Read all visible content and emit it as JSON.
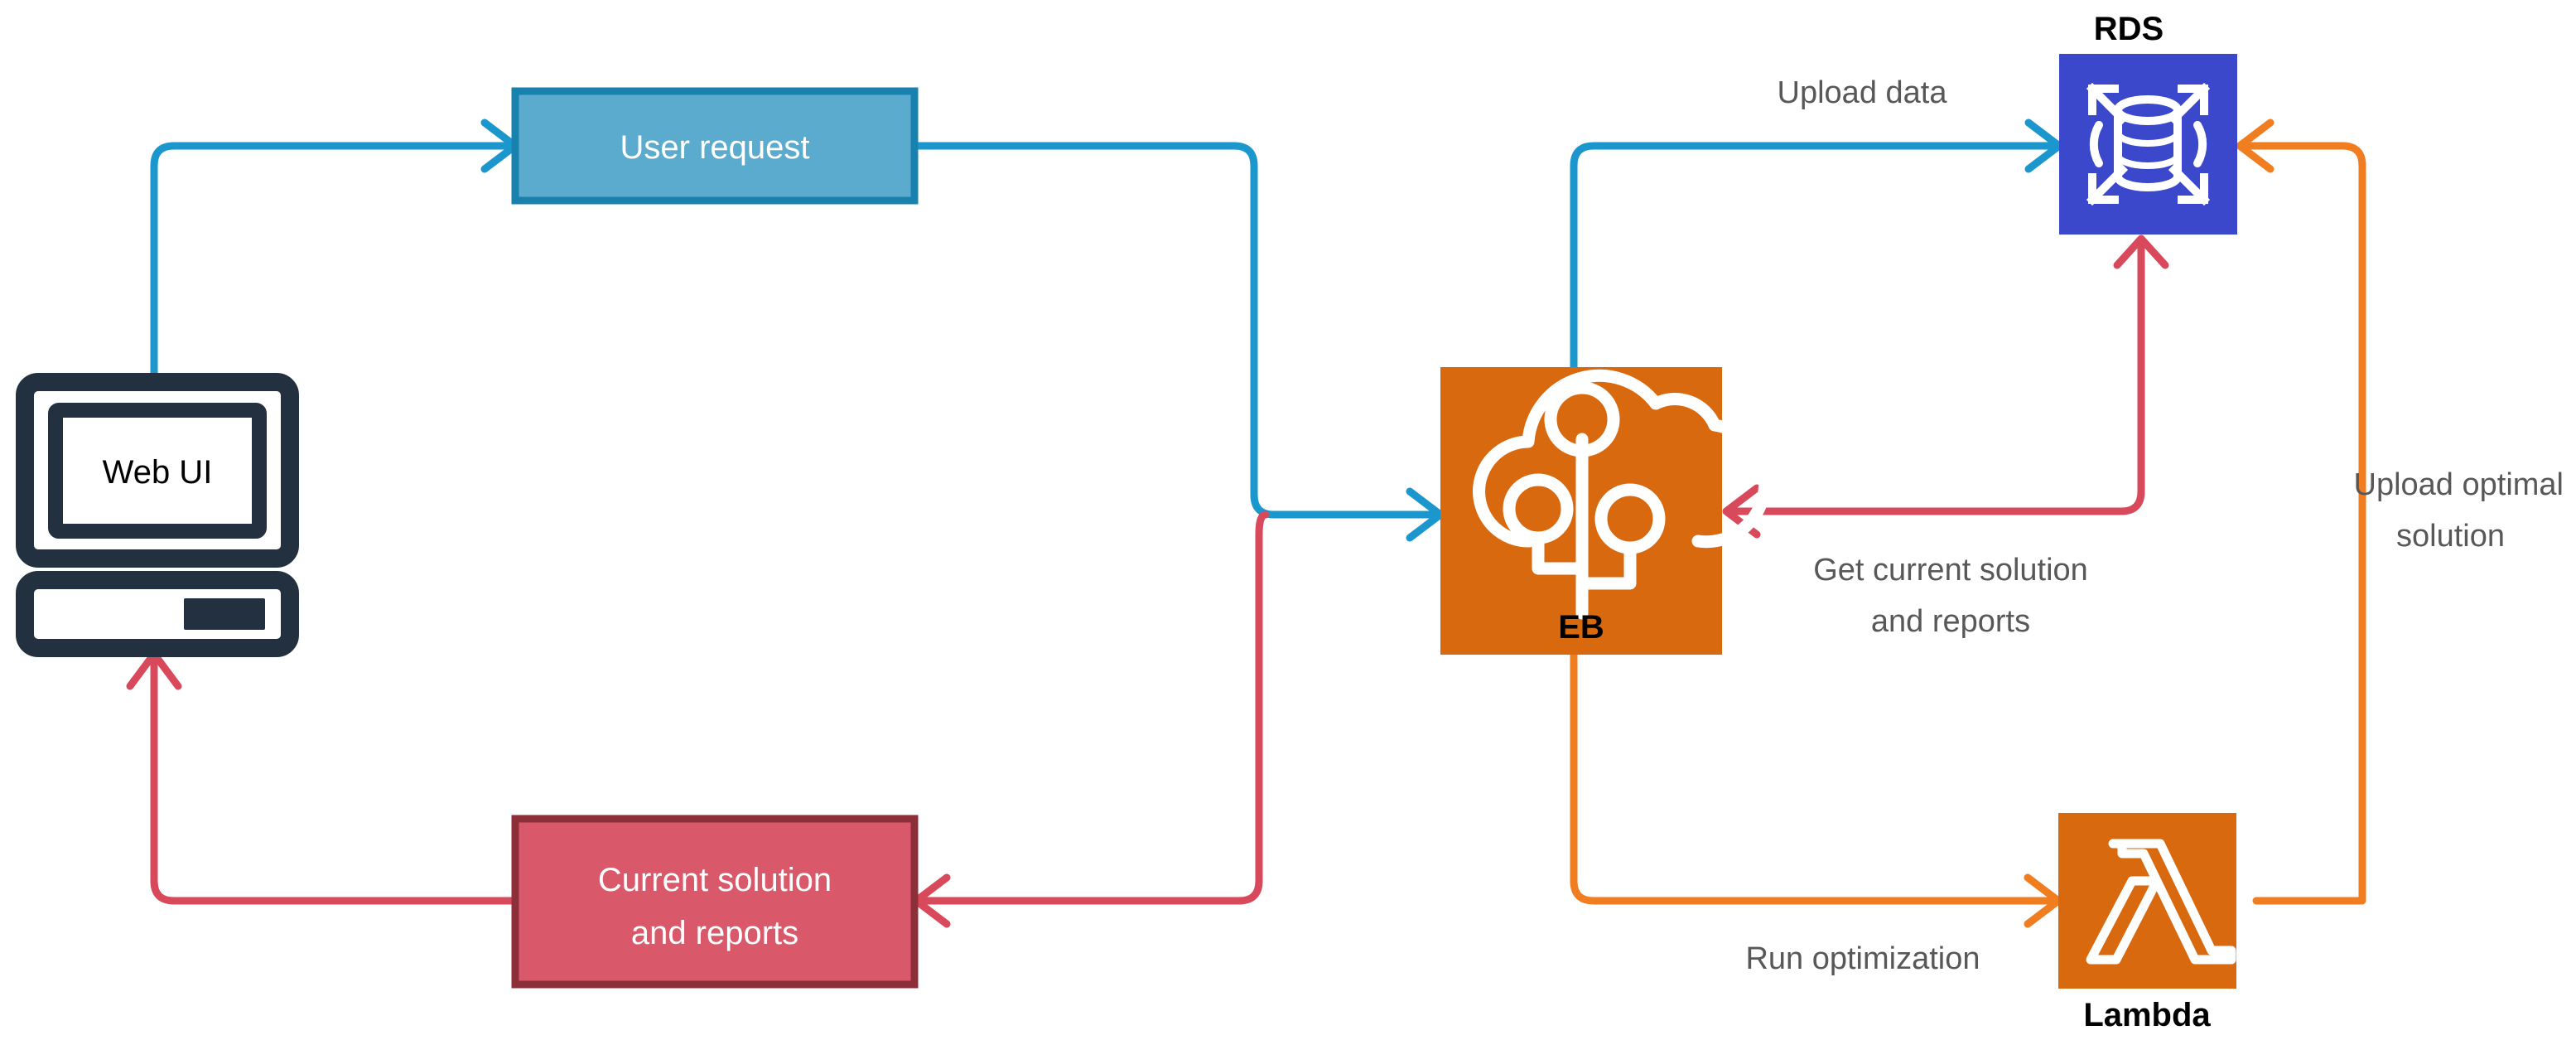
{
  "diagram": {
    "title": "Web UI / AWS optimization service architecture",
    "background": "#ffffff",
    "nodes": {
      "web_ui": {
        "label": "Web UI",
        "type": "desktop-computer-icon",
        "icon_color": "#23303F",
        "text_color": "#000000"
      },
      "user_request": {
        "label": "User request",
        "fill": "#5BABCE",
        "stroke": "#1981AD",
        "text_color": "#ffffff"
      },
      "current_solution": {
        "label_line1": "Current solution",
        "label_line2": "and reports",
        "fill": "#D9596A",
        "stroke": "#8C2F38",
        "text_color": "#ffffff"
      },
      "rds": {
        "label": "RDS",
        "fill": "#3B48CC",
        "icon": "database-expand-icon",
        "icon_color": "#ffffff",
        "label_color": "#000000",
        "label_position": "above"
      },
      "eb": {
        "label": "EB",
        "fill": "#D9690E",
        "icon": "elastic-beanstalk-cloud-icon",
        "icon_color": "#ffffff",
        "label_color": "#000000",
        "label_position": "inside-bottom"
      },
      "lambda": {
        "label": "Lambda",
        "fill": "#D9690E",
        "icon": "lambda-icon",
        "icon_color": "#ffffff",
        "label_color": "#000000",
        "label_position": "below"
      }
    },
    "edges": [
      {
        "id": "web-ui-to-user-request",
        "from": "web_ui",
        "to": "user_request",
        "label": "",
        "color": "#1B97CE",
        "arrowhead": "open-chevron"
      },
      {
        "id": "user-request-to-eb",
        "from": "user_request",
        "to": "eb",
        "label": "",
        "color": "#1B97CE",
        "arrowhead": "open-chevron"
      },
      {
        "id": "eb-to-rds-upload",
        "from": "eb",
        "to": "rds",
        "label": "Upload data",
        "color": "#1B97CE",
        "arrowhead": "open-chevron"
      },
      {
        "id": "rds-to-eb-get",
        "from": "rds",
        "to": "eb",
        "label_line1": "Get current solution",
        "label_line2": "and reports",
        "color": "#D9495C",
        "arrowhead": "open-chevron"
      },
      {
        "id": "eb-to-current-solution",
        "from": "eb",
        "to": "current_solution",
        "label": "",
        "color": "#D9495C",
        "arrowhead": "open-chevron"
      },
      {
        "id": "current-solution-to-web-ui",
        "from": "current_solution",
        "to": "web_ui",
        "label": "",
        "color": "#D9495C",
        "arrowhead": "open-chevron"
      },
      {
        "id": "eb-to-lambda-run",
        "from": "eb",
        "to": "lambda",
        "label": "Run optimization",
        "color": "#F07D20",
        "arrowhead": "open-chevron"
      },
      {
        "id": "lambda-to-rds-upload-optimal",
        "from": "lambda",
        "to": "rds",
        "label_line1": "Upload optimal",
        "label_line2": "solution",
        "color": "#F07D20",
        "arrowhead": "open-chevron"
      }
    ],
    "labels": {
      "upload_data": "Upload data",
      "get_current_solution_l1": "Get current solution",
      "get_current_solution_l2": "and reports",
      "upload_optimal_l1": "Upload optimal",
      "upload_optimal_l2": "solution",
      "run_optimization": "Run optimization"
    },
    "colors": {
      "blue_flow": "#1B97CE",
      "red_flow": "#D9495C",
      "orange_flow": "#F07D20",
      "aws_orange": "#D9690E",
      "aws_blue": "#3B48CC",
      "dark_navy": "#23303F",
      "label_gray": "#585858"
    }
  }
}
